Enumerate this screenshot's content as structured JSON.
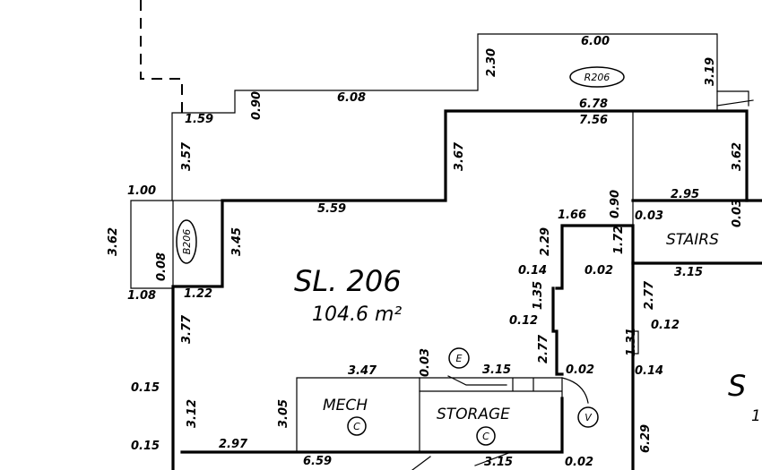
{
  "room": {
    "name": "SL. 206",
    "area": "104.6 m²"
  },
  "rooms": {
    "mech": "MECH",
    "storage": "STORAGE",
    "stairs": "STAIRS",
    "partial_right": "S",
    "partial_right_num": "1"
  },
  "tags": {
    "r206": "R206",
    "b206": "B206",
    "c1": "C",
    "c2": "C",
    "e": "E",
    "v": "V"
  },
  "dims": {
    "d600": "6.00",
    "d230": "2.30",
    "d319": "3.19",
    "d678": "6.78",
    "d756": "7.56",
    "d608": "6.08",
    "d090a": "0.90",
    "d159": "1.59",
    "d357": "3.57",
    "d367": "3.67",
    "d362r": "3.62",
    "d100": "1.00",
    "d559": "5.59",
    "d362l": "3.62",
    "d008": "0.08",
    "d345": "3.45",
    "d108": "1.08",
    "d122": "1.22",
    "d377": "3.77",
    "d166": "1.66",
    "d090b": "0.90",
    "d003a": "0.03",
    "d295": "2.95",
    "d003b": "0.03",
    "d229": "2.29",
    "d172": "1.72",
    "d014a": "0.14",
    "d002a": "0.02",
    "d315a": "3.15",
    "d135": "1.35",
    "d277a": "2.77",
    "d012a": "0.12",
    "d012b": "0.12",
    "d131": "1.31",
    "d277b": "2.77",
    "d014b": "0.14",
    "d347": "3.47",
    "d003c": "0.03",
    "d315b": "3.15",
    "d002b": "0.02",
    "d015a": "0.15",
    "d312": "3.12",
    "d305": "3.05",
    "d015b": "0.15",
    "d297": "2.97",
    "d659": "6.59",
    "d315c": "3.15",
    "d002c": "0.02",
    "d629": "6.29"
  }
}
